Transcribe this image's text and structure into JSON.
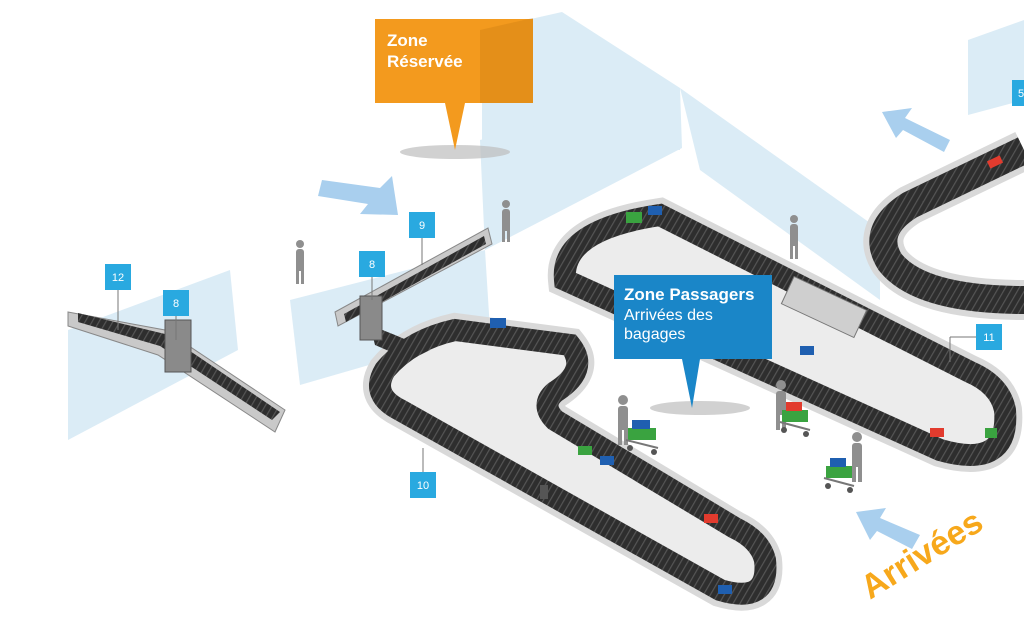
{
  "zones": {
    "reserved": {
      "line1": "Zone",
      "line2": "Réservée",
      "color": "#f39a1e"
    },
    "passengers": {
      "title": "Zone Passagers",
      "line1": "Arrivées des",
      "line2": "bagages",
      "color": "#1a86c8"
    }
  },
  "arrivals_label": "Arrivées",
  "markers": {
    "m12": "12",
    "m8a": "8",
    "m8b": "8",
    "m9": "9",
    "m10": "10",
    "m11": "11",
    "m5": "5"
  },
  "colors": {
    "marker": "#29a9e0",
    "glass": "#cfe6f3",
    "belt": "#333333",
    "belt_rim": "#d9d9d9",
    "floor": "#e9e9e9",
    "arrow": "#a9cfee",
    "arrivals_text": "#f7a81b"
  },
  "icons": [
    "arrow-icon",
    "person-icon",
    "luggage-cart-icon",
    "suitcase-icon"
  ]
}
